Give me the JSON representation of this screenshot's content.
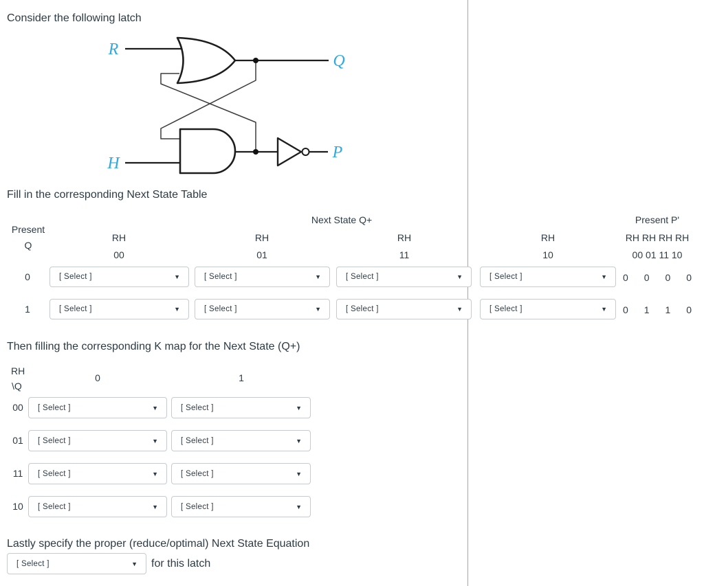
{
  "colors": {
    "circuit_label": "#2fa9e0",
    "text": "#2d3b45",
    "select_border": "#c5cbcf",
    "divider": "#a5a5a5"
  },
  "headings": {
    "intro": "Consider the following latch",
    "table": "Fill in the corresponding Next State Table",
    "kmap": "Then filling the corresponding K map for the Next State (Q+)",
    "equation": "Lastly specify the proper (reduce/optimal) Next State Equation",
    "equation_suffix": "for this latch"
  },
  "select_placeholder": "[ Select ]",
  "select_arrow": "▼",
  "circuit": {
    "inputs": {
      "r": "R",
      "h": "H"
    },
    "outputs": {
      "q": "Q",
      "p": "P"
    },
    "gates": [
      "or-gate",
      "and-gate",
      "inverter"
    ]
  },
  "next_state_table": {
    "title": "Next State Q+",
    "row_header": {
      "line1": "Present",
      "line2": "Q"
    },
    "columns": [
      {
        "line1": "RH",
        "line2": "00"
      },
      {
        "line1": "RH",
        "line2": "01"
      },
      {
        "line1": "RH",
        "line2": "11"
      },
      {
        "line1": "RH",
        "line2": "10"
      }
    ],
    "rows": [
      {
        "label": "0"
      },
      {
        "label": "1"
      }
    ],
    "present_p": {
      "title": "Present P'",
      "line1": "RH RH RH RH",
      "line2": "00 01 11 10",
      "rows": [
        [
          "0",
          "0",
          "0",
          "0"
        ],
        [
          "0",
          "1",
          "1",
          "0"
        ]
      ]
    }
  },
  "kmap": {
    "corner": {
      "line1": "RH",
      "line2": "\\Q"
    },
    "columns": [
      "0",
      "1"
    ],
    "rows": [
      "00",
      "01",
      "11",
      "10"
    ]
  }
}
